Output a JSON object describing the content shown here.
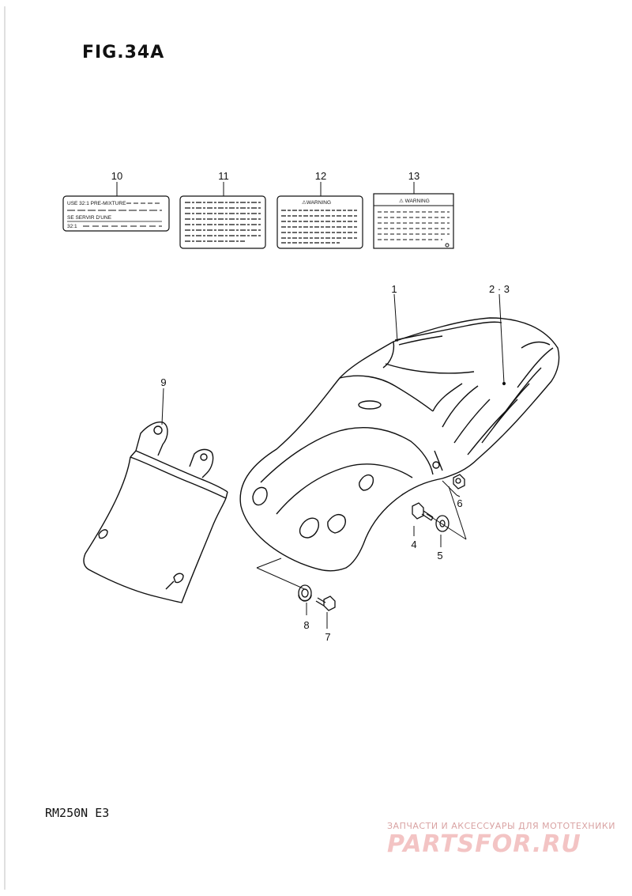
{
  "header": {
    "title": "FIG.34A"
  },
  "footer": {
    "model": "RM250N  E3",
    "watermark_caption": "ЗАПЧАСТИ И АКСЕССУАРЫ ДЛЯ МОТОТЕХНИКИ",
    "watermark_logo": "PARTSFOR.RU"
  },
  "labels": {
    "label_10": {
      "line1": "USE 32:1 PRE-MIXTURE",
      "line2": "SE SERVIR D'UNE",
      "line3": "32:1"
    },
    "label_12": {
      "heading": "⚠WARNING"
    },
    "label_13": {
      "heading": "⚠ WARNING"
    }
  },
  "callouts": {
    "c1": "1",
    "c23": "2 · 3",
    "c4": "4",
    "c5": "5",
    "c6": "6",
    "c7": "7",
    "c8": "8",
    "c9": "9",
    "c10": "10",
    "c11": "11",
    "c12": "12",
    "c13": "13"
  },
  "colors": {
    "line": "#111111",
    "watermark": "#f3c4c4"
  }
}
